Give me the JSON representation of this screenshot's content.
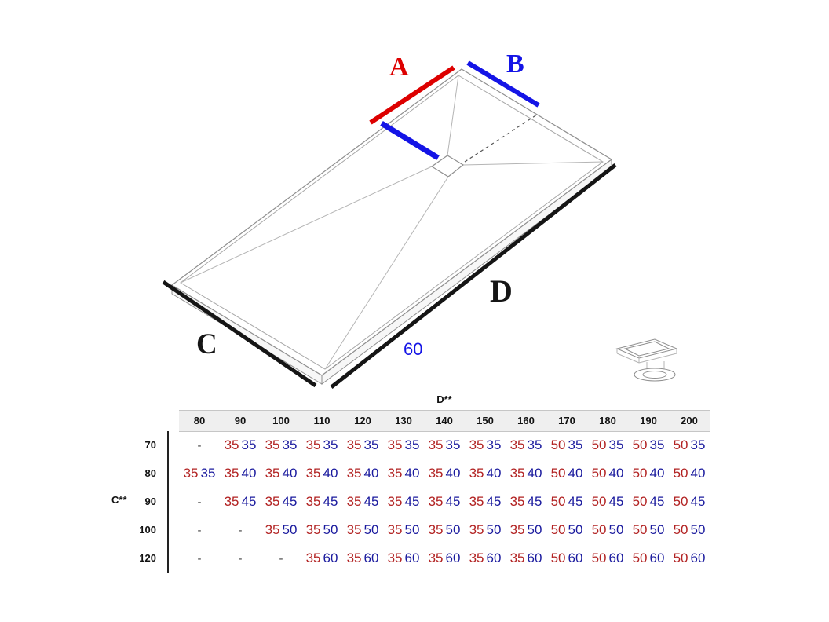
{
  "diagram": {
    "label_a": "A",
    "label_b": "B",
    "label_c": "C",
    "label_d": "D",
    "depth_label": "60"
  },
  "table": {
    "col_axis_label": "D**",
    "row_axis_label": "C**",
    "columns": [
      "80",
      "90",
      "100",
      "110",
      "120",
      "130",
      "140",
      "150",
      "160",
      "170",
      "180",
      "190",
      "200"
    ],
    "rows": [
      {
        "label": "70",
        "cells": [
          [
            "-"
          ],
          [
            "35",
            "35"
          ],
          [
            "35",
            "35"
          ],
          [
            "35",
            "35"
          ],
          [
            "35",
            "35"
          ],
          [
            "35",
            "35"
          ],
          [
            "35",
            "35"
          ],
          [
            "35",
            "35"
          ],
          [
            "35",
            "35"
          ],
          [
            "50",
            "35"
          ],
          [
            "50",
            "35"
          ],
          [
            "50",
            "35"
          ],
          [
            "50",
            "35"
          ]
        ]
      },
      {
        "label": "80",
        "cells": [
          [
            "35",
            "35"
          ],
          [
            "35",
            "40"
          ],
          [
            "35",
            "40"
          ],
          [
            "35",
            "40"
          ],
          [
            "35",
            "40"
          ],
          [
            "35",
            "40"
          ],
          [
            "35",
            "40"
          ],
          [
            "35",
            "40"
          ],
          [
            "35",
            "40"
          ],
          [
            "50",
            "40"
          ],
          [
            "50",
            "40"
          ],
          [
            "50",
            "40"
          ],
          [
            "50",
            "40"
          ]
        ]
      },
      {
        "label": "90",
        "cells": [
          [
            "-"
          ],
          [
            "35",
            "45"
          ],
          [
            "35",
            "45"
          ],
          [
            "35",
            "45"
          ],
          [
            "35",
            "45"
          ],
          [
            "35",
            "45"
          ],
          [
            "35",
            "45"
          ],
          [
            "35",
            "45"
          ],
          [
            "35",
            "45"
          ],
          [
            "50",
            "45"
          ],
          [
            "50",
            "45"
          ],
          [
            "50",
            "45"
          ],
          [
            "50",
            "45"
          ]
        ]
      },
      {
        "label": "100",
        "cells": [
          [
            "-"
          ],
          [
            "-"
          ],
          [
            "35",
            "50"
          ],
          [
            "35",
            "50"
          ],
          [
            "35",
            "50"
          ],
          [
            "35",
            "50"
          ],
          [
            "35",
            "50"
          ],
          [
            "35",
            "50"
          ],
          [
            "35",
            "50"
          ],
          [
            "50",
            "50"
          ],
          [
            "50",
            "50"
          ],
          [
            "50",
            "50"
          ],
          [
            "50",
            "50"
          ]
        ]
      },
      {
        "label": "120",
        "cells": [
          [
            "-"
          ],
          [
            "-"
          ],
          [
            "-"
          ],
          [
            "35",
            "60"
          ],
          [
            "35",
            "60"
          ],
          [
            "35",
            "60"
          ],
          [
            "35",
            "60"
          ],
          [
            "35",
            "60"
          ],
          [
            "35",
            "60"
          ],
          [
            "50",
            "60"
          ],
          [
            "50",
            "60"
          ],
          [
            "50",
            "60"
          ],
          [
            "50",
            "60"
          ]
        ]
      }
    ]
  },
  "colors": {
    "dimension_red": "#dd0000",
    "dimension_blue": "#1414e6",
    "table_red": "#b22222",
    "table_blue": "#1a1a9e",
    "header_bg": "#efefef"
  }
}
